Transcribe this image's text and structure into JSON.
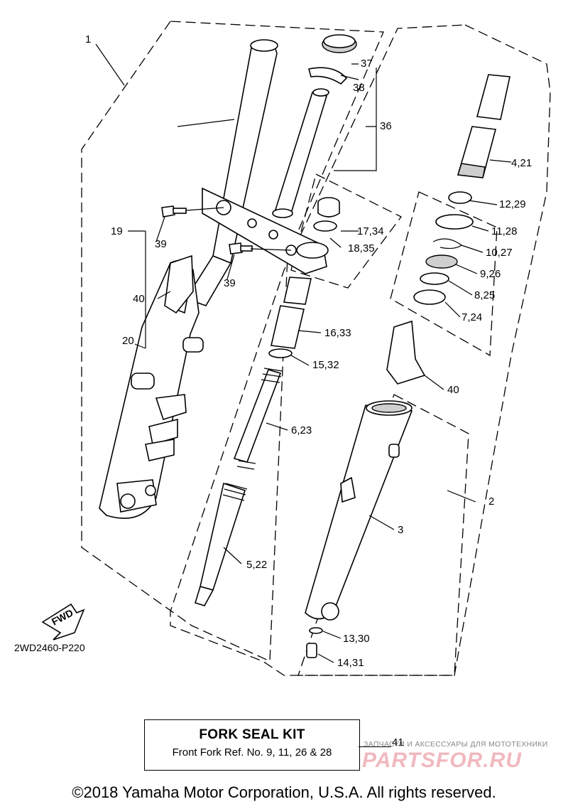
{
  "diagram_code": "2WD2460-P220",
  "fwd_label": "FWD",
  "callouts": [
    {
      "id": "c1",
      "text": "1"
    },
    {
      "id": "c2",
      "text": "2"
    },
    {
      "id": "c3",
      "text": "3"
    },
    {
      "id": "c4",
      "text": "4,21"
    },
    {
      "id": "c5",
      "text": "5,22"
    },
    {
      "id": "c6",
      "text": "6,23"
    },
    {
      "id": "c7",
      "text": "7,24"
    },
    {
      "id": "c8",
      "text": "8,25"
    },
    {
      "id": "c9",
      "text": "9,26"
    },
    {
      "id": "c10",
      "text": "10,27"
    },
    {
      "id": "c11",
      "text": "11,28"
    },
    {
      "id": "c12",
      "text": "12,29"
    },
    {
      "id": "c13",
      "text": "13,30"
    },
    {
      "id": "c14",
      "text": "14,31"
    },
    {
      "id": "c15",
      "text": "15,32"
    },
    {
      "id": "c16",
      "text": "16,33"
    },
    {
      "id": "c17",
      "text": "17,34"
    },
    {
      "id": "c18",
      "text": "18,35"
    },
    {
      "id": "c19",
      "text": "19"
    },
    {
      "id": "c20",
      "text": "20"
    },
    {
      "id": "c36",
      "text": "36"
    },
    {
      "id": "c37",
      "text": "37"
    },
    {
      "id": "c38",
      "text": "38"
    },
    {
      "id": "c39a",
      "text": "39"
    },
    {
      "id": "c39b",
      "text": "39"
    },
    {
      "id": "c40a",
      "text": "40"
    },
    {
      "id": "c40b",
      "text": "40"
    }
  ],
  "kit": {
    "title": "FORK SEAL KIT",
    "subtitle": "Front Fork Ref. No. 9, 11, 26 & 28",
    "ref": "41"
  },
  "watermark": {
    "tagline": "ЗАПЧАСТИ И АКСЕССУАРЫ ДЛЯ МОТОТЕХНИКИ",
    "logo": "PARTSFOR.RU"
  },
  "copyright": "©2018 Yamaha Motor Corporation, U.S.A. All rights reserved."
}
